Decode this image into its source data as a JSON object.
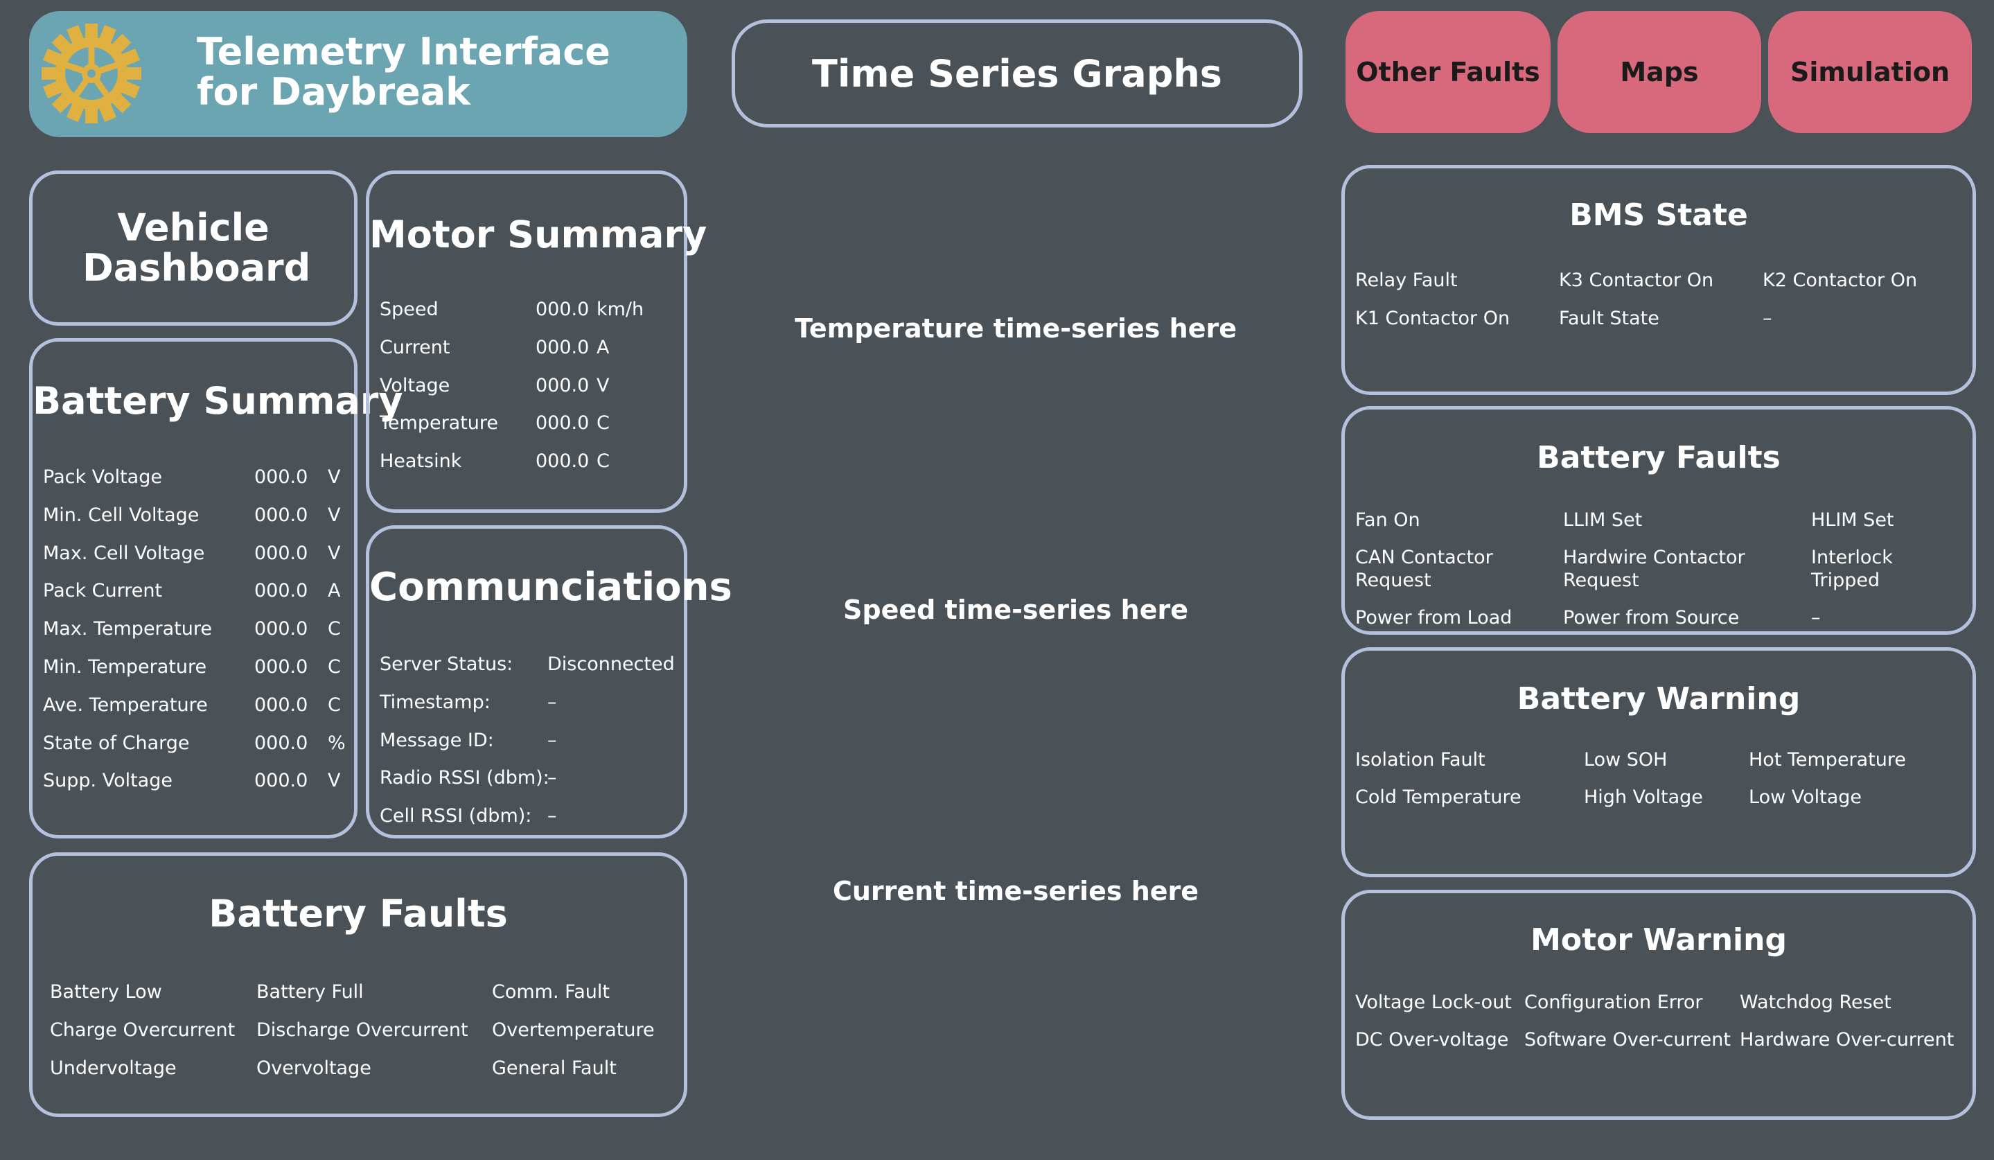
{
  "colors": {
    "background": "#4a5258",
    "header_bg": "#6ba5b2",
    "nav_button_bg": "#d8697c",
    "panel_border": "#b5c0dc",
    "logo_gear": "#e0b040"
  },
  "header": {
    "logo_icon": "gear-icon",
    "title": "Telemetry Interface for Daybreak"
  },
  "time_series_button": "Time Series Graphs",
  "nav": {
    "other_faults": "Other Faults",
    "maps": "Maps",
    "simulation": "Simulation"
  },
  "vehicle_dashboard": "Vehicle Dashboard",
  "battery_summary": {
    "title": "Battery Summary",
    "rows": [
      {
        "label": "Pack Voltage",
        "value": "000.0",
        "unit": "V"
      },
      {
        "label": "Min. Cell Voltage",
        "value": "000.0",
        "unit": "V"
      },
      {
        "label": "Max. Cell Voltage",
        "value": "000.0",
        "unit": "V"
      },
      {
        "label": "Pack Current",
        "value": "000.0",
        "unit": "A"
      },
      {
        "label": "Max. Temperature",
        "value": "000.0",
        "unit": "C"
      },
      {
        "label": "Min. Temperature",
        "value": "000.0",
        "unit": "C"
      },
      {
        "label": "Ave. Temperature",
        "value": "000.0",
        "unit": "C"
      },
      {
        "label": "State of Charge",
        "value": "000.0",
        "unit": "%"
      },
      {
        "label": "Supp. Voltage",
        "value": "000.0",
        "unit": "V"
      }
    ]
  },
  "motor_summary": {
    "title": "Motor Summary",
    "rows": [
      {
        "label": "Speed",
        "value": "000.0",
        "unit": "km/h"
      },
      {
        "label": "Current",
        "value": "000.0",
        "unit": "A"
      },
      {
        "label": "Voltage",
        "value": "000.0",
        "unit": "V"
      },
      {
        "label": "Temperature",
        "value": "000.0",
        "unit": "C"
      },
      {
        "label": "Heatsink",
        "value": "000.0",
        "unit": "C"
      }
    ]
  },
  "communications": {
    "title": "Communciations",
    "rows": [
      {
        "label": "Server Status:",
        "value": "Disconnected"
      },
      {
        "label": "Timestamp:",
        "value": "–"
      },
      {
        "label": "Message ID:",
        "value": "–"
      },
      {
        "label": "Radio RSSI (dbm):",
        "value": "–"
      },
      {
        "label": "Cell RSSI (dbm):",
        "value": "–"
      }
    ]
  },
  "battery_faults_left": {
    "title": "Battery Faults",
    "items": [
      "Battery Low",
      "Battery Full",
      "Comm. Fault",
      "Charge Overcurrent",
      "Discharge Overcurrent",
      "Overtemperature",
      "Undervoltage",
      "Overvoltage",
      "General Fault"
    ]
  },
  "graphs": {
    "temperature": "Temperature time-series here",
    "speed": "Speed time-series here",
    "current": "Current time-series here"
  },
  "bms_state": {
    "title": "BMS State",
    "items": [
      "Relay Fault",
      "K3 Contactor On",
      "K2 Contactor On",
      "K1 Contactor On",
      "Fault State",
      "–"
    ]
  },
  "battery_faults_right": {
    "title": "Battery Faults",
    "items": [
      "Fan On",
      "LLIM Set",
      "HLIM Set",
      "CAN Contactor Request",
      "Hardwire Contactor Request",
      "Interlock Tripped",
      "Power from Load",
      "Power from Source",
      "–"
    ]
  },
  "battery_warning": {
    "title": "Battery Warning",
    "items": [
      "Isolation Fault",
      "Low SOH",
      "Hot Temperature",
      "Cold Temperature",
      "High Voltage",
      "Low Voltage"
    ]
  },
  "motor_warning": {
    "title": "Motor Warning",
    "items": [
      "Voltage Lock-out",
      "Configuration Error",
      "Watchdog Reset",
      "DC Over-voltage",
      "Software Over-current",
      "Hardware Over-current"
    ]
  }
}
